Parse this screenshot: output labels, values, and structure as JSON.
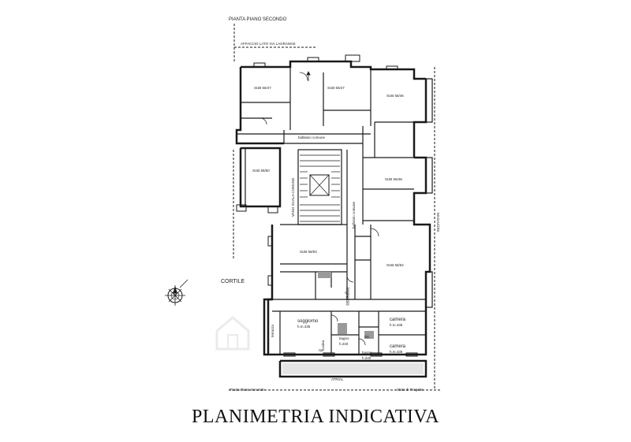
{
  "plan": {
    "header": "PIANTA PIANO SECONDO",
    "street_note": "AFFACCIO LATO VIA LAGRANGE",
    "courtyard": "CORTILE",
    "right_side": "MAGAZZINI",
    "bottom_note": "ATRIAL",
    "footer_left": "Pianta Piano Secondo",
    "footer_right": "Stato di Progetto",
    "stair": "VANO SCALA COMUNE",
    "corridor_top": "ballatoio comune",
    "corridor_mid": "ballatoio comune",
    "entrance": "ingresso",
    "rooms": {
      "sub_a": "SUB 56/47",
      "sub_b": "SUB 56/47",
      "sub_c": "SUB 56/46",
      "sub_d": "SUB 56/50",
      "sub_e": "SUB 56/48",
      "sub_f": "SUB 56/53",
      "sub_g": "SUB 56/52",
      "soggiorno": "soggiorno",
      "soggiorno_h": "h.m.435",
      "cucina": "cucina",
      "camera_1": "camera",
      "camera_1_h": "h.m.435",
      "camera_2": "camera",
      "camera_2_h": "h.m.435",
      "bagno_1": "bagno",
      "bagno_1_h": "h.240",
      "bagno_2": "bagno",
      "bagno_2_h": "h.240",
      "rip": "rip.",
      "dis": "dis.",
      "terrace": "terrazzo"
    }
  },
  "title": "PLANIMETRIA INDICATIVA",
  "icons": {
    "compass": "compass-rose-icon",
    "watermark": "house-watermark-icon"
  },
  "colors": {
    "line": "#1a1a1a",
    "fill_light": "#d8d8d8",
    "fill_dark": "#9a9a9a"
  }
}
